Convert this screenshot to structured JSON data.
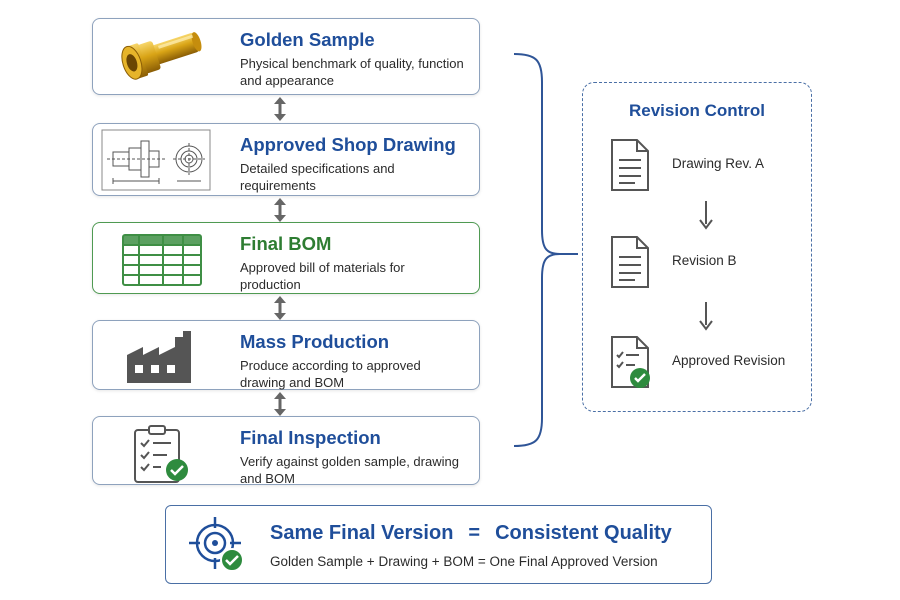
{
  "process_steps": [
    {
      "title": "Golden Sample",
      "description": "Physical benchmark of quality, function and appearance",
      "icon": "golden-part-icon"
    },
    {
      "title": "Approved Shop Drawing",
      "description": "Detailed specifications and requirements",
      "icon": "shop-drawing-icon"
    },
    {
      "title": "Final BOM",
      "description": "Approved bill of materials for production",
      "icon": "bom-table-icon"
    },
    {
      "title": "Mass Production",
      "description": "Produce according to approved drawing and BOM",
      "icon": "factory-icon"
    },
    {
      "title": "Final Inspection",
      "description": "Verify against golden sample, drawing and BOM",
      "icon": "inspection-clipboard-icon"
    }
  ],
  "revision_control": {
    "title": "Revision Control",
    "items": [
      {
        "label": "Drawing Rev. A",
        "icon": "document-icon"
      },
      {
        "label": "Revision B",
        "icon": "document-icon"
      },
      {
        "label": "Approved Revision",
        "icon": "approved-document-icon"
      }
    ]
  },
  "summary": {
    "title_left": "Same Final Version",
    "title_eq": "=",
    "title_right": "Consistent Quality",
    "subtitle": "Golden Sample + Drawing + BOM = One Final Approved Version",
    "icon": "target-check-icon"
  },
  "colors": {
    "title_blue": "#1f4e9a",
    "bom_green": "#2e7d32",
    "check_green": "#2e8b3e",
    "card_border": "#8ea2bd",
    "arrow_gray": "#666666",
    "brass_gold": "#c9950f"
  }
}
